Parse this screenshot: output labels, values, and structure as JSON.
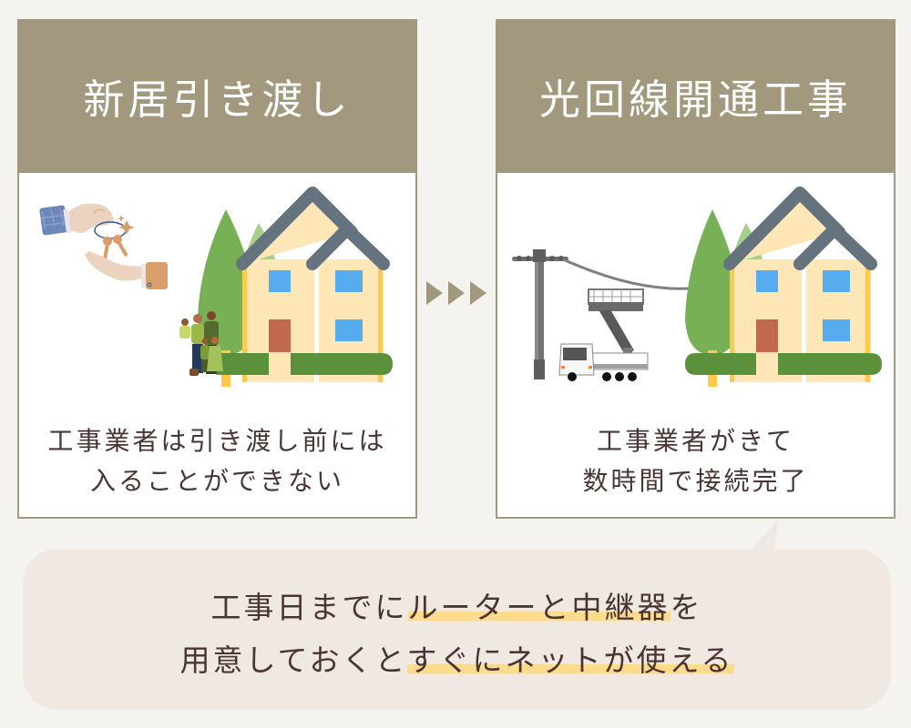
{
  "colors": {
    "background": "#f5f3ef",
    "header": "#a2987d",
    "panel_border": "#a19880",
    "text": "#4a3535",
    "bubble": "#efe9e1",
    "highlight": "#fcdc8c",
    "arrow": "#a2987d"
  },
  "left_panel": {
    "title": "新居引き渡し",
    "illustration": [
      "hands-passing-keys",
      "house",
      "trees",
      "family"
    ],
    "caption_lines": [
      "工事業者は引き渡し前には",
      "入ることができない"
    ]
  },
  "flow_arrow": {
    "icon": "triple-chevron-right",
    "count": 3
  },
  "right_panel": {
    "title": "光回線開通工事",
    "illustration": [
      "utility-pole",
      "bucket-truck",
      "cable",
      "house",
      "trees"
    ],
    "caption_lines": [
      "工事業者がきて",
      "数時間で接続完了"
    ]
  },
  "callout": {
    "line1": {
      "before": "工事日までに",
      "highlight": "ルーターと中継器",
      "after": "を"
    },
    "line2": {
      "before": "用意しておくと",
      "highlight": "すぐにネットが使える",
      "after": ""
    }
  }
}
